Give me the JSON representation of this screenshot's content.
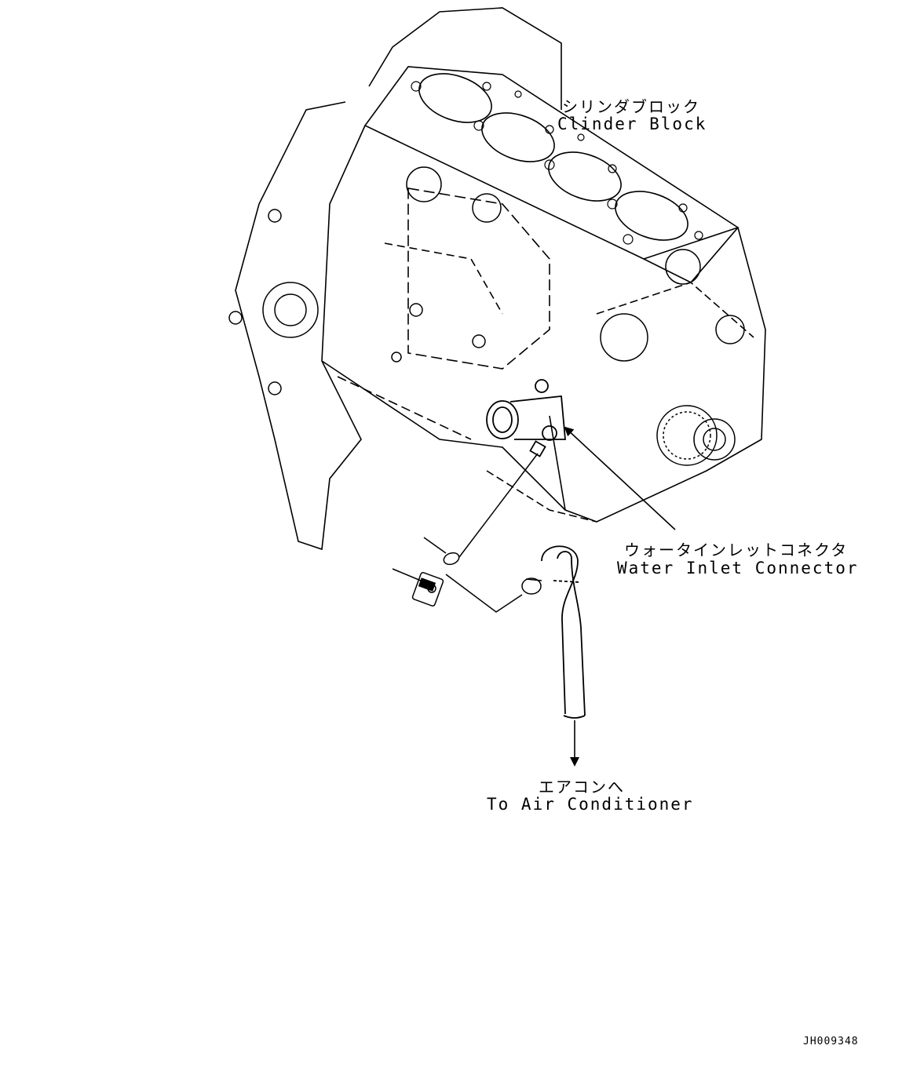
{
  "labels": {
    "cylinder_block": {
      "jp": "シリンダブロック",
      "en": "Clinder Block"
    },
    "water_inlet": {
      "jp": "ウォータインレットコネクタ",
      "en": "Water Inlet Connector"
    },
    "air_conditioner": {
      "jp": "エアコンへ",
      "en": "To Air Conditioner"
    }
  },
  "drawing_code": "JH009348",
  "colors": {
    "line": "#000000",
    "background": "#ffffff"
  }
}
